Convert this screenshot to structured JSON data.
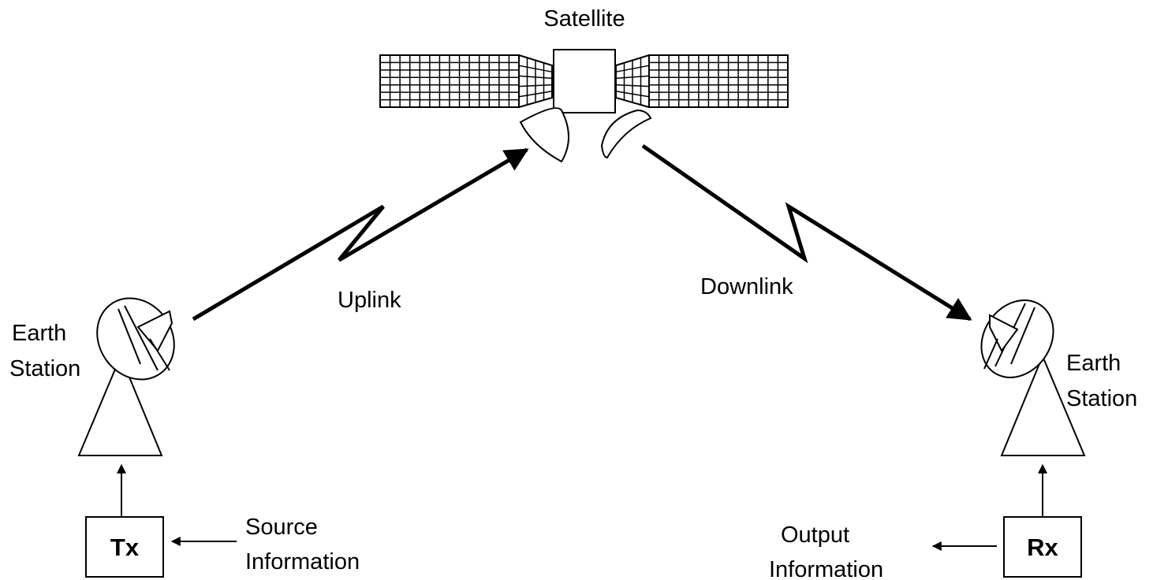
{
  "labels": {
    "satellite": "Satellite",
    "uplink": "Uplink",
    "downlink": "Downlink",
    "earth_station_left_line1": "Earth",
    "earth_station_left_line2": "Station",
    "earth_station_right_line1": "Earth",
    "earth_station_right_line2": "Station",
    "tx": "Tx",
    "rx": "Rx",
    "source_line1": "Source",
    "source_line2": "Information",
    "output_line1": "Output",
    "output_line2": "Information"
  },
  "icons": {
    "satellite": "satellite-icon",
    "dish": "dish-antenna-icon"
  }
}
